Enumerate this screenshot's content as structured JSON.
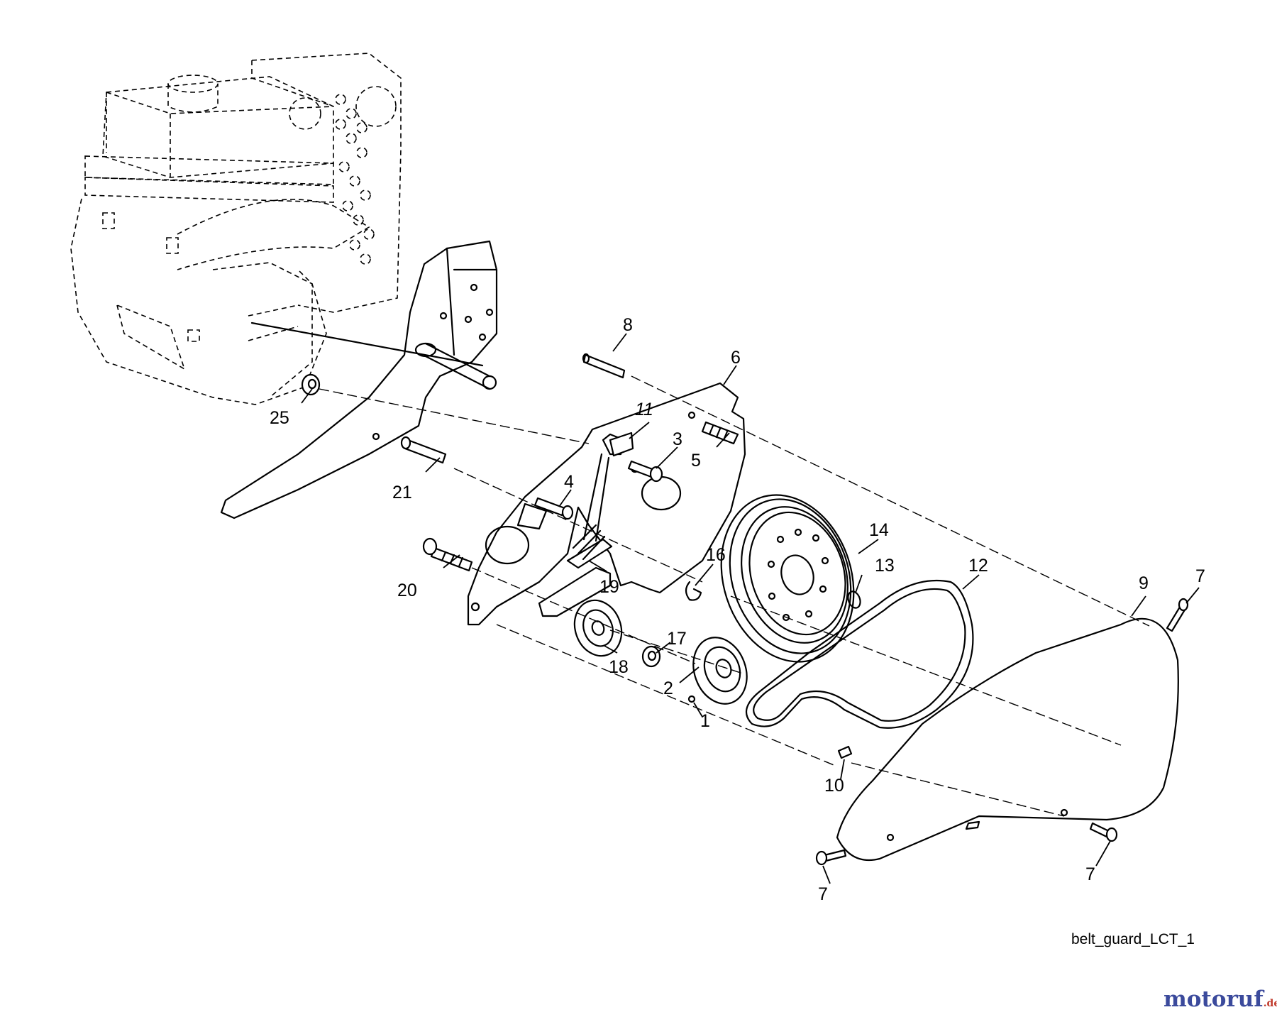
{
  "caption": "belt_guard_LCT_1",
  "watermark": {
    "part1": "motoruf",
    "part2": ".de",
    "color_primary": "#3b4a9c",
    "color_secondary": "#c0392b"
  },
  "callouts": {
    "c1": "1",
    "c2": "2",
    "c3": "3",
    "c4": "4",
    "c5": "5",
    "c6": "6",
    "c7a": "7",
    "c7b": "7",
    "c7c": "7",
    "c8": "8",
    "c9": "9",
    "c10": "10",
    "c11": "11",
    "c12": "12",
    "c13": "13",
    "c14": "14",
    "c16": "16",
    "c17": "17",
    "c18": "18",
    "c19": "19",
    "c20": "20",
    "c21": "21",
    "c25": "25"
  }
}
